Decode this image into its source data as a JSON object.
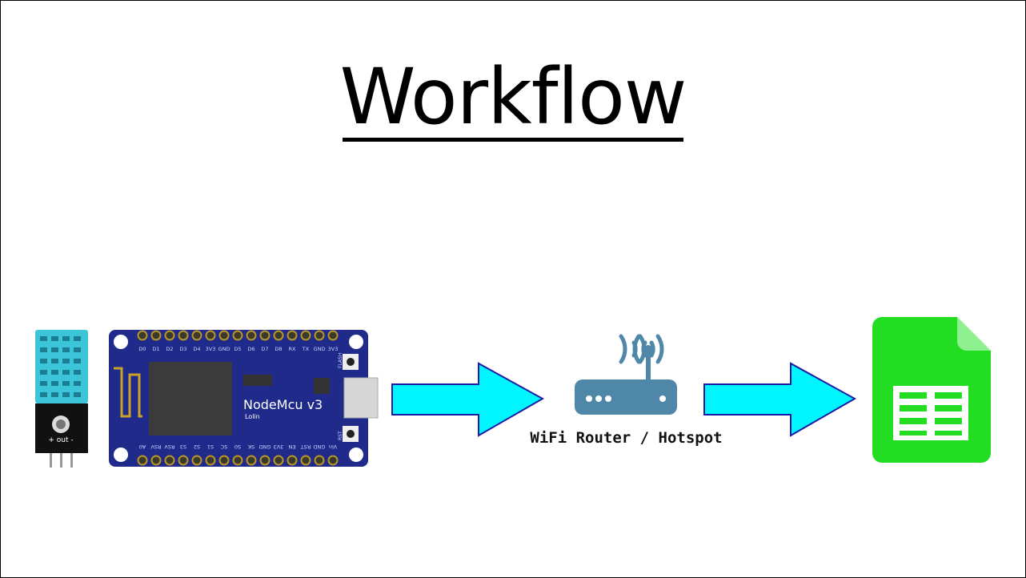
{
  "title": "Workflow",
  "nodes": {
    "sensor": {
      "name": "sensor",
      "pin_labels": "+ out -"
    },
    "mcu": {
      "name": "NodeMcu v3",
      "subname": "Lolin",
      "flash_label": "FLASH",
      "rst_label": "RST",
      "top_pins": [
        "D0",
        "D1",
        "D2",
        "D3",
        "D4",
        "3V3",
        "GND",
        "D5",
        "D6",
        "D7",
        "D8",
        "RX",
        "TX",
        "GND",
        "3V3"
      ],
      "bottom_pins": [
        "A0",
        "RSV",
        "RSV",
        "S3",
        "S2",
        "S1",
        "SC",
        "S0",
        "SK",
        "GND",
        "3V3",
        "EN",
        "RST",
        "GND",
        "Vin"
      ]
    },
    "router": {
      "label": "WiFi Router / Hotspot"
    },
    "sheets": {
      "name": "spreadsheet"
    }
  },
  "colors": {
    "arrow_fill": "#00f5ff",
    "arrow_stroke": "#1a1aa8",
    "board_blue": "#1f2a8a",
    "router_blue": "#4f87a8",
    "sheets_green": "#22dd22",
    "sensor_cyan": "#3cc4d8"
  }
}
